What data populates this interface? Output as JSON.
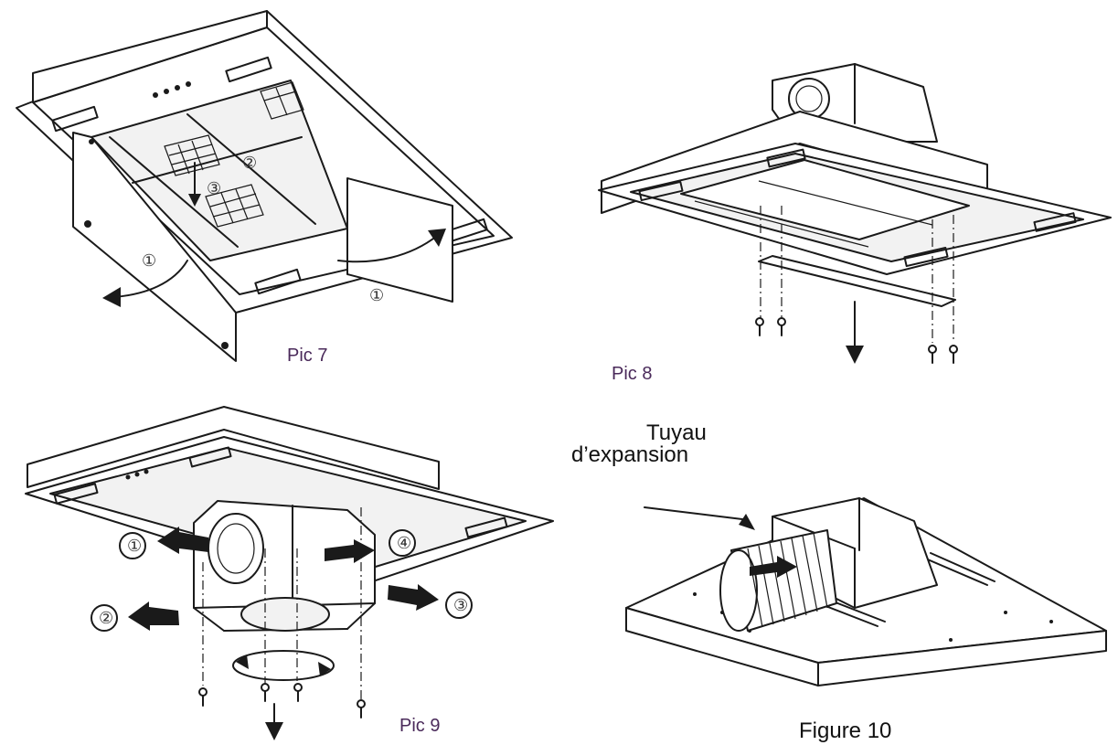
{
  "captions": {
    "pic7": "Pic 7",
    "pic8": "Pic 8",
    "pic9": "Pic 9",
    "figure10": "Figure 10"
  },
  "labels": {
    "tuyau_line1": "Tuyau",
    "tuyau_line2": "d’expansion"
  },
  "step_markers": {
    "pic7": [
      "①",
      "①",
      "②",
      "③"
    ],
    "pic9": [
      "①",
      "②",
      "③",
      "④"
    ]
  }
}
